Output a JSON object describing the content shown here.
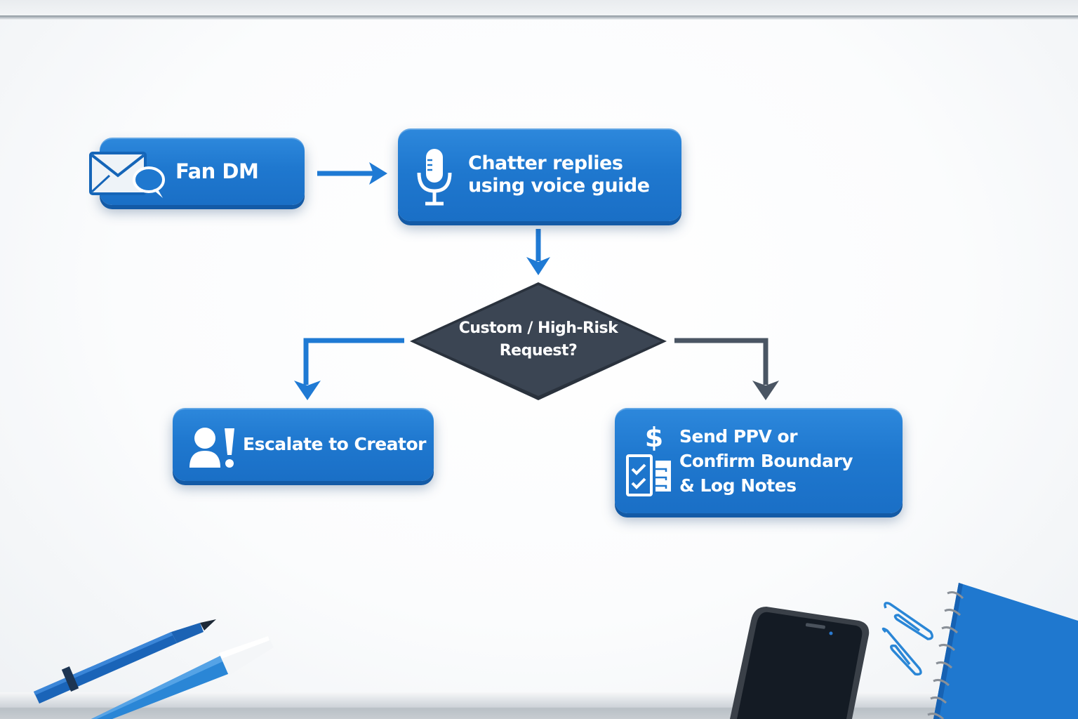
{
  "diagram": {
    "type": "flowchart",
    "nodes": [
      {
        "id": "fan-dm",
        "shape": "rounded-rect",
        "label": "Fan DM",
        "icon": "envelope-chat-icon"
      },
      {
        "id": "chatter",
        "shape": "rounded-rect",
        "label": "Chatter replies using voice guide",
        "lines": [
          "Chatter replies",
          "using voice guide"
        ],
        "icon": "microphone-icon"
      },
      {
        "id": "decision",
        "shape": "diamond",
        "label": "Custom / High-Risk Request?",
        "lines": [
          "Custom / High-Risk",
          "Request?"
        ]
      },
      {
        "id": "escalate",
        "shape": "rounded-rect",
        "label": "Escalate to Creator",
        "icon": "user-alert-icon"
      },
      {
        "id": "ppv",
        "shape": "rounded-rect",
        "label": "Send PPV or Confirm Boundary & Log Notes",
        "lines": [
          "Send PPV or",
          "Confirm Boundary",
          "& Log Notes"
        ],
        "icon": [
          "dollar-icon",
          "checklist-icon"
        ]
      }
    ],
    "edges": [
      {
        "from": "fan-dm",
        "to": "chatter",
        "color": "#1f7ad4"
      },
      {
        "from": "chatter",
        "to": "decision",
        "color": "#1f7ad4"
      },
      {
        "from": "decision",
        "to": "escalate",
        "side": "left",
        "color": "#1f7ad4"
      },
      {
        "from": "decision",
        "to": "ppv",
        "side": "right",
        "color": "#4a5563"
      }
    ]
  },
  "colors": {
    "node_blue": "#1f78cf",
    "decision_slate": "#3b4553",
    "arrow_blue": "#1f7ad4",
    "arrow_gray": "#4a5563"
  },
  "props": [
    "blue-marker",
    "blue-marker-with-white-cap",
    "smartphone",
    "blue-paper-clips",
    "blue-spiral-notebook"
  ]
}
